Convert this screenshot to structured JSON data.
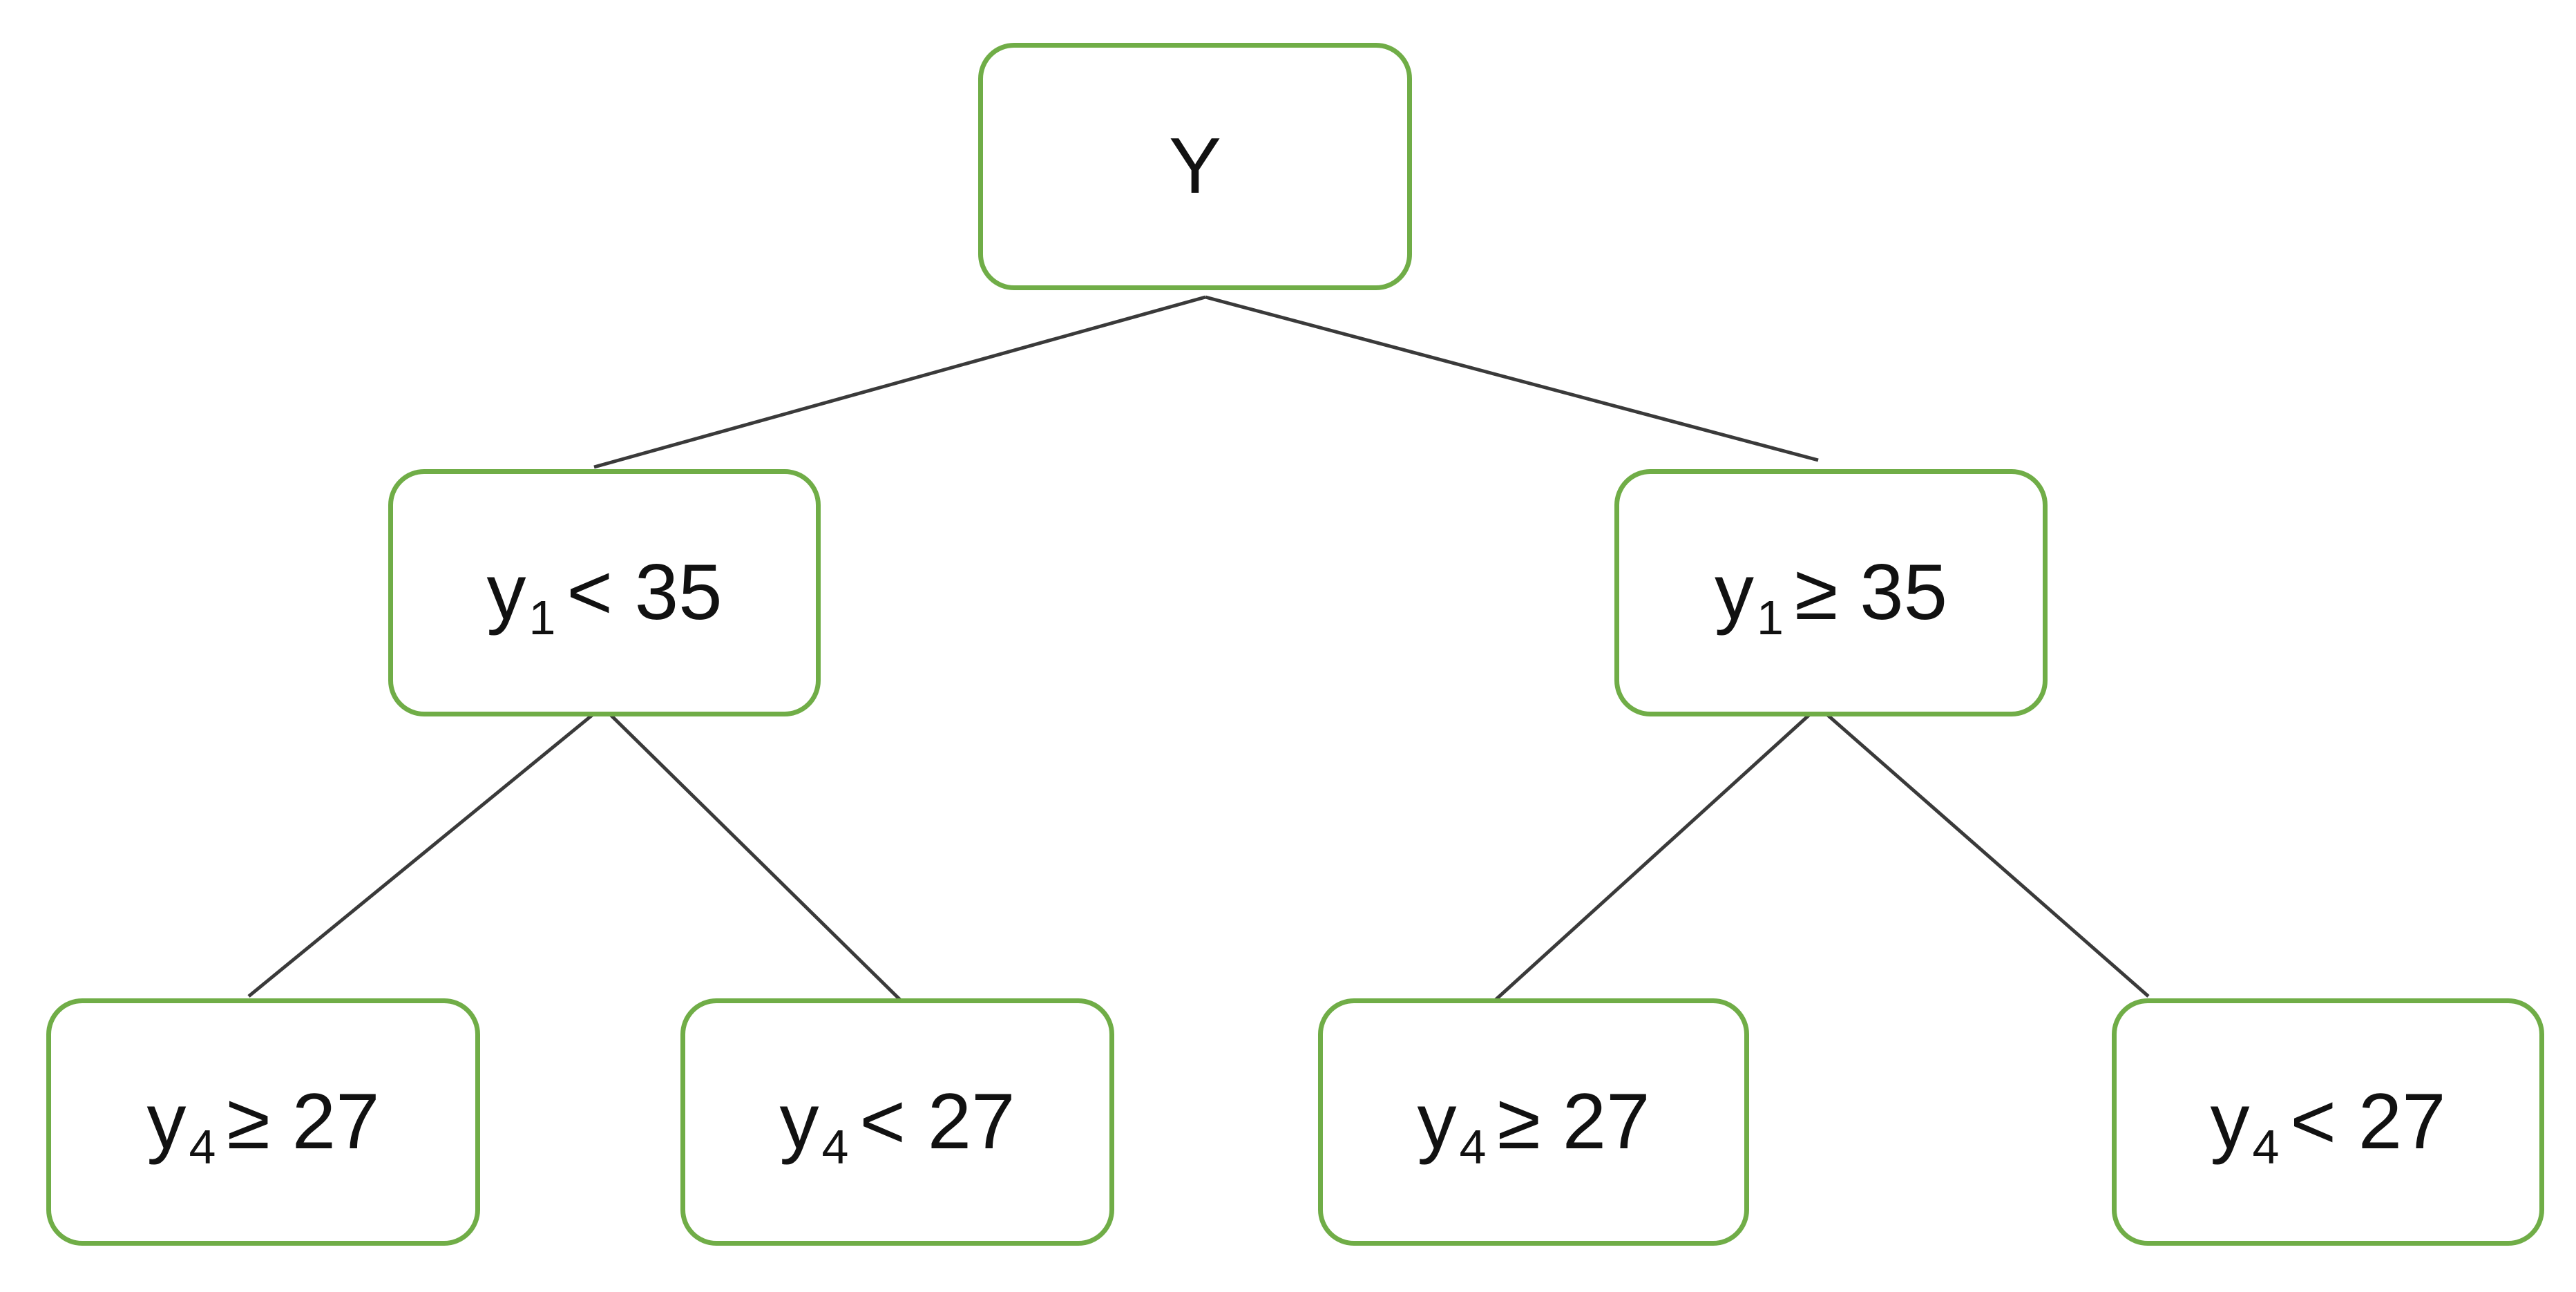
{
  "diagram": {
    "root": {
      "text": "Y"
    },
    "level1": [
      {
        "var": "y",
        "sub": "1",
        "op": "<",
        "value": "35"
      },
      {
        "var": "y",
        "sub": "1",
        "op": "≥",
        "value": "35"
      }
    ],
    "level2": [
      {
        "var": "y",
        "sub": "4",
        "op": "≥",
        "value": "27"
      },
      {
        "var": "y",
        "sub": "4",
        "op": "<",
        "value": "27"
      },
      {
        "var": "y",
        "sub": "4",
        "op": "≥",
        "value": "27"
      },
      {
        "var": "y",
        "sub": "4",
        "op": "<",
        "value": "27"
      }
    ],
    "colors": {
      "node_border": "#70ad47",
      "edge": "#3a3a3a",
      "text": "#111111"
    }
  }
}
